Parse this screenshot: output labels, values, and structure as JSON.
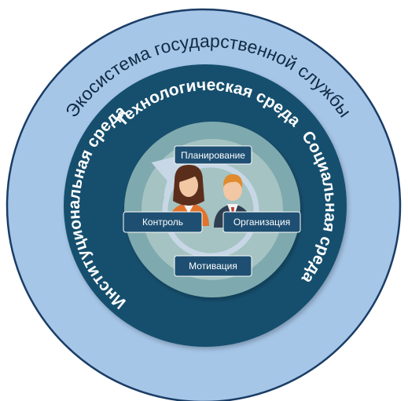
{
  "diagram": {
    "outer_ring": {
      "label": "Экосистема государственной службы",
      "color": "#a6c6e8"
    },
    "middle_ring": {
      "top_label": "Технологическая среда",
      "right_label": "Социальная среда",
      "left_label": "Институциональная среда",
      "color": "#16506e"
    },
    "inner_ring": {
      "color": "#7ea9ae"
    },
    "core": {
      "color": "#a4c3c2"
    },
    "cycle": {
      "planning": "Планирование",
      "organization": "Организация",
      "motivation": "Мотивация",
      "control": "Контроль"
    },
    "icons": [
      "woman-manager-icon",
      "man-manager-icon"
    ],
    "box_color": "#1e4f72"
  }
}
